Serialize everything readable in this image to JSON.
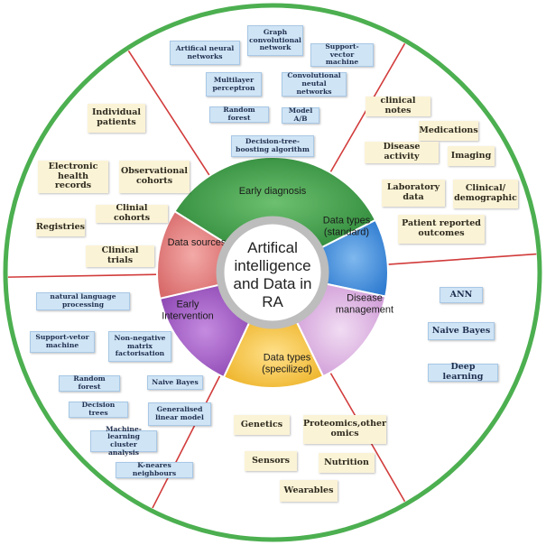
{
  "center": {
    "lines": [
      "Artifical",
      "intelligence",
      "and Data in",
      "RA"
    ]
  },
  "segments": [
    {
      "id": "early-diagnosis",
      "lines": [
        "Early diagnosis"
      ],
      "color": "#3f9a48"
    },
    {
      "id": "data-types-standard",
      "lines": [
        "Data types",
        "(standard)"
      ],
      "color": "#4b8fd8"
    },
    {
      "id": "disease-management",
      "lines": [
        "Disease",
        "management"
      ],
      "color": "#d8aadd"
    },
    {
      "id": "data-types-specilized",
      "lines": [
        "Data types",
        "(specilized)"
      ],
      "color": "#f4c040"
    },
    {
      "id": "early-intervention",
      "lines": [
        "Early",
        "Intervention"
      ],
      "color": "#a35fc4"
    },
    {
      "id": "data-sources",
      "lines": [
        "Data sources"
      ],
      "color": "#e07d7d"
    }
  ],
  "colors": {
    "outer_ring": "#4caf50",
    "divider": "#d23b3b",
    "inner_ring": "#bdbdbd",
    "center_fill": "#ffffff"
  },
  "tags": {
    "early_diagnosis": [
      "Artifical neural networks",
      "Graph convolutional network",
      "Support-vector machine",
      "Multilayer perceptron",
      "Convolutional neutal networks",
      "Random forest",
      "Model A/B",
      "Decision-tree-boosting algorithm"
    ],
    "data_types_standard": [
      "clinical notes",
      "Medications",
      "Disease activity",
      "Imaging",
      "Laboratory data",
      "Clinical/ demographic",
      "Patient reported outcomes"
    ],
    "disease_management": [
      "ANN",
      "Naive Bayes",
      "Deep learning"
    ],
    "data_types_specilized": [
      "Genetics",
      "Proteomics,other omics",
      "Sensors",
      "Nutrition",
      "Wearables"
    ],
    "early_intervention": [
      "natural language processing",
      "Support-vetor machine",
      "Non-negative matrix factorisation",
      "Random forest",
      "Naive Bayes",
      "Decision trees",
      "Generalised linear model",
      "Machine-learning cluster analysis",
      "K-neares neighbours"
    ],
    "data_sources": [
      "Individual patients",
      "Electronic health records",
      "Observational cohorts",
      "Registries",
      "Clinial cohorts",
      "Clinical trials"
    ]
  }
}
